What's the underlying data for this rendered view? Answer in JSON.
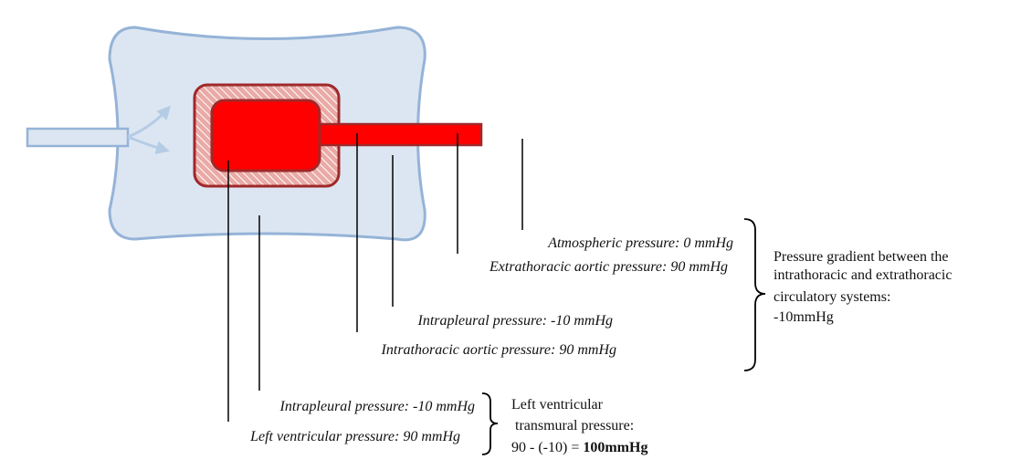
{
  "colors": {
    "thorax_fill": "#dce6f2",
    "thorax_stroke": "#8eb0d8",
    "heart_red": "#ff0000",
    "heart_border": "#a0282a",
    "hatch_fill": "#e7a7a3",
    "line": "#000000"
  },
  "labels": {
    "atmospheric": "Atmospheric pressure: 0 mmHg",
    "extrathoracic_aortic": "Extrathoracic aortic pressure:  90 mmHg",
    "intrapleural_upper": "Intrapleural  pressure: -10 mmHg",
    "intrathoracic_aortic": "Intrathoracic aortic pressure:  90 mmHg",
    "intrapleural_lower": "Intrapleural  pressure: -10 mmHg",
    "left_ventricular": "Left ventricular pressure: 90 mmHg"
  },
  "gradient_note": {
    "line1": "Pressure gradient between the",
    "line2": "intrathoracic and extrathoracic",
    "line3": "circulatory systems:",
    "line4": "-10mmHg"
  },
  "transmural_note": {
    "line1": "Left ventricular",
    "line2": " transmural pressure:",
    "line3_prefix": "90 - (-10) = ",
    "line3_bold": "100mmHg"
  }
}
